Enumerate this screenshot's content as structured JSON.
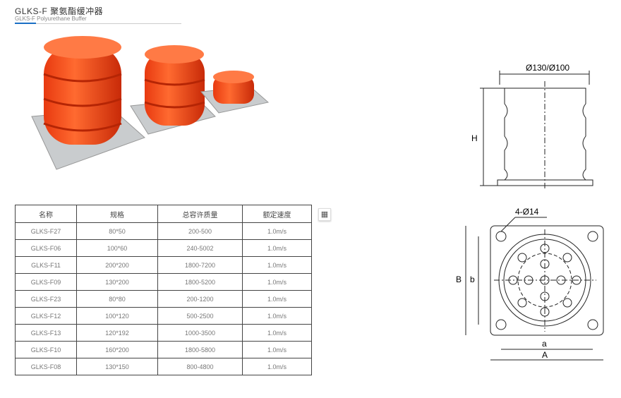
{
  "title": "GLKS-F 聚氨酯缓冲器",
  "subtitle": "GLKS-F Polyurethane Buffer",
  "table": {
    "headers": [
      "名称",
      "规格",
      "总容许质量",
      "额定速度"
    ],
    "rows": [
      [
        "GLKS-F27",
        "80*50",
        "200-500",
        "1.0m/s"
      ],
      [
        "GLKS-F06",
        "100*60",
        "240-5002",
        "1.0m/s"
      ],
      [
        "GLKS-F11",
        "200*200",
        "1800-7200",
        "1.0m/s"
      ],
      [
        "GLKS-F09",
        "130*200",
        "1800-5200",
        "1.0m/s"
      ],
      [
        "GLKS-F23",
        "80*80",
        "200-1200",
        "1.0m/s"
      ],
      [
        "GLKS-F12",
        "100*120",
        "500-2500",
        "1.0m/s"
      ],
      [
        "GLKS-F13",
        "120*192",
        "1000-3500",
        "1.0m/s"
      ],
      [
        "GLKS-F10",
        "160*200",
        "1800-5800",
        "1.0m/s"
      ],
      [
        "GLKS-F08",
        "130*150",
        "800-4800",
        "1.0m/s"
      ]
    ]
  },
  "calc_icon": "calculator-icon",
  "diagram": {
    "diameter": "Ø130/Ø100",
    "height": "H",
    "holes": "4-Ø14",
    "B": "B",
    "b": "b",
    "a": "a",
    "A": "A"
  }
}
